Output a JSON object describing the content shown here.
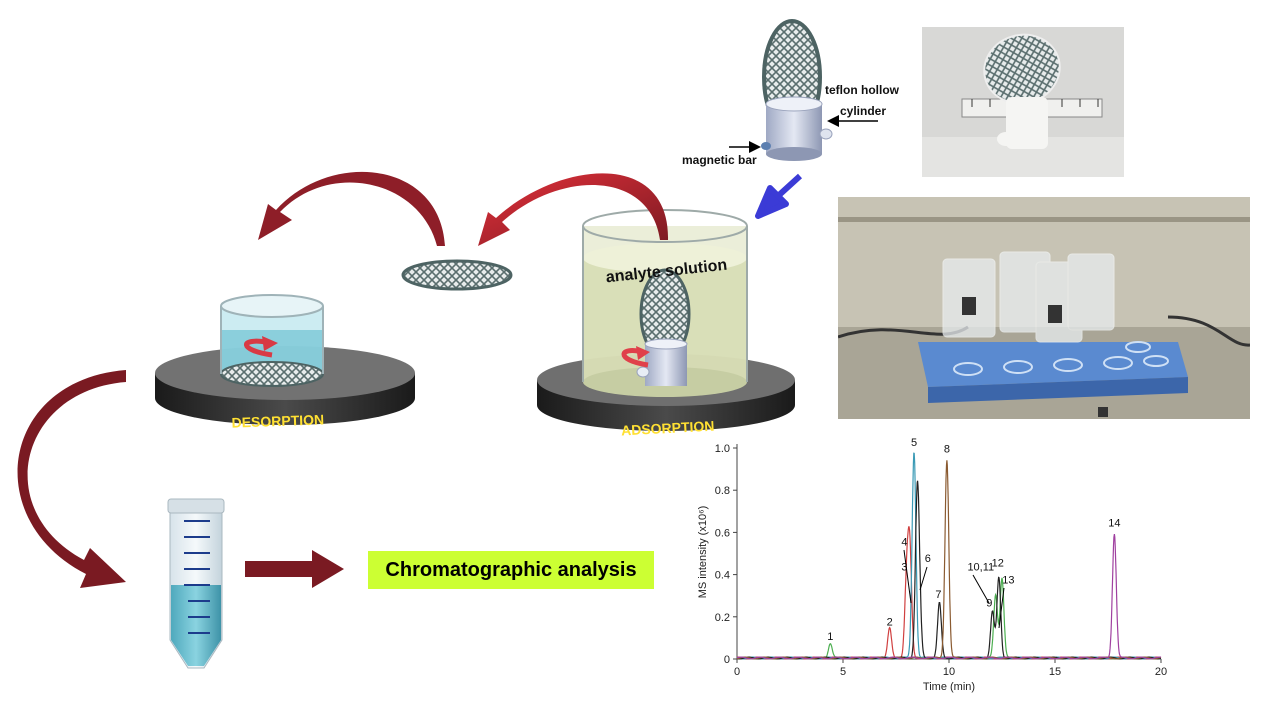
{
  "device": {
    "teflon_label_line1": "teflon hollow",
    "teflon_label_line2": "cylinder",
    "magnet_label": "magnetic bar"
  },
  "steps": {
    "adsorption": "ADSORPTION",
    "desorption": "DESORPTION",
    "analyte_solution": "analyte solution"
  },
  "analysis_box": "Chromatographic analysis",
  "chart_data": {
    "type": "line",
    "xlabel": "Time (min)",
    "ylabel": "MS intensity (x10⁶)",
    "xlim": [
      0,
      20
    ],
    "ylim": [
      0,
      1.0
    ],
    "x_ticks": [
      0,
      5,
      10,
      15,
      20
    ],
    "y_ticks": [
      0,
      0.2,
      0.4,
      0.6,
      0.8,
      1.0
    ],
    "y_tick_labels": [
      "0",
      "0.2",
      "0.4",
      "0.6",
      "0.8",
      "1.0"
    ],
    "series": [
      {
        "color": "#4caf50",
        "peaks": [
          [
            4.4,
            0.07
          ],
          [
            12.5,
            0.38
          ],
          [
            12.2,
            0.3
          ]
        ]
      },
      {
        "color": "#d04040",
        "peaks": [
          [
            7.2,
            0.14
          ],
          [
            8.0,
            0.35
          ],
          [
            8.15,
            0.5
          ]
        ]
      },
      {
        "color": "#3a9ab5",
        "peaks": [
          [
            8.35,
            0.98
          ]
        ]
      },
      {
        "color": "#222222",
        "peaks": [
          [
            8.5,
            0.72
          ],
          [
            8.6,
            0.2
          ],
          [
            9.55,
            0.26
          ],
          [
            12.05,
            0.22
          ],
          [
            12.35,
            0.38
          ]
        ]
      },
      {
        "color": "#8a5a30",
        "peaks": [
          [
            9.9,
            0.94
          ]
        ]
      },
      {
        "color": "#a040a0",
        "peaks": [
          [
            17.8,
            0.59
          ]
        ]
      }
    ],
    "peak_labels": [
      {
        "text": "1",
        "x": 4.4,
        "y": 0.07
      },
      {
        "text": "2",
        "x": 7.2,
        "y": 0.14
      },
      {
        "text": "3",
        "x": 7.9,
        "y": 0.4
      },
      {
        "text": "4",
        "x": 7.9,
        "y": 0.52
      },
      {
        "text": "5",
        "x": 8.35,
        "y": 0.99
      },
      {
        "text": "6",
        "x": 9.0,
        "y": 0.44
      },
      {
        "text": "7",
        "x": 9.5,
        "y": 0.27
      },
      {
        "text": "8",
        "x": 9.9,
        "y": 0.96
      },
      {
        "text": "9",
        "x": 11.9,
        "y": 0.23
      },
      {
        "text": "10,11",
        "x": 11.5,
        "y": 0.4
      },
      {
        "text": "12",
        "x": 12.3,
        "y": 0.42
      },
      {
        "text": "13",
        "x": 12.8,
        "y": 0.34
      },
      {
        "text": "14",
        "x": 17.8,
        "y": 0.61
      }
    ]
  }
}
